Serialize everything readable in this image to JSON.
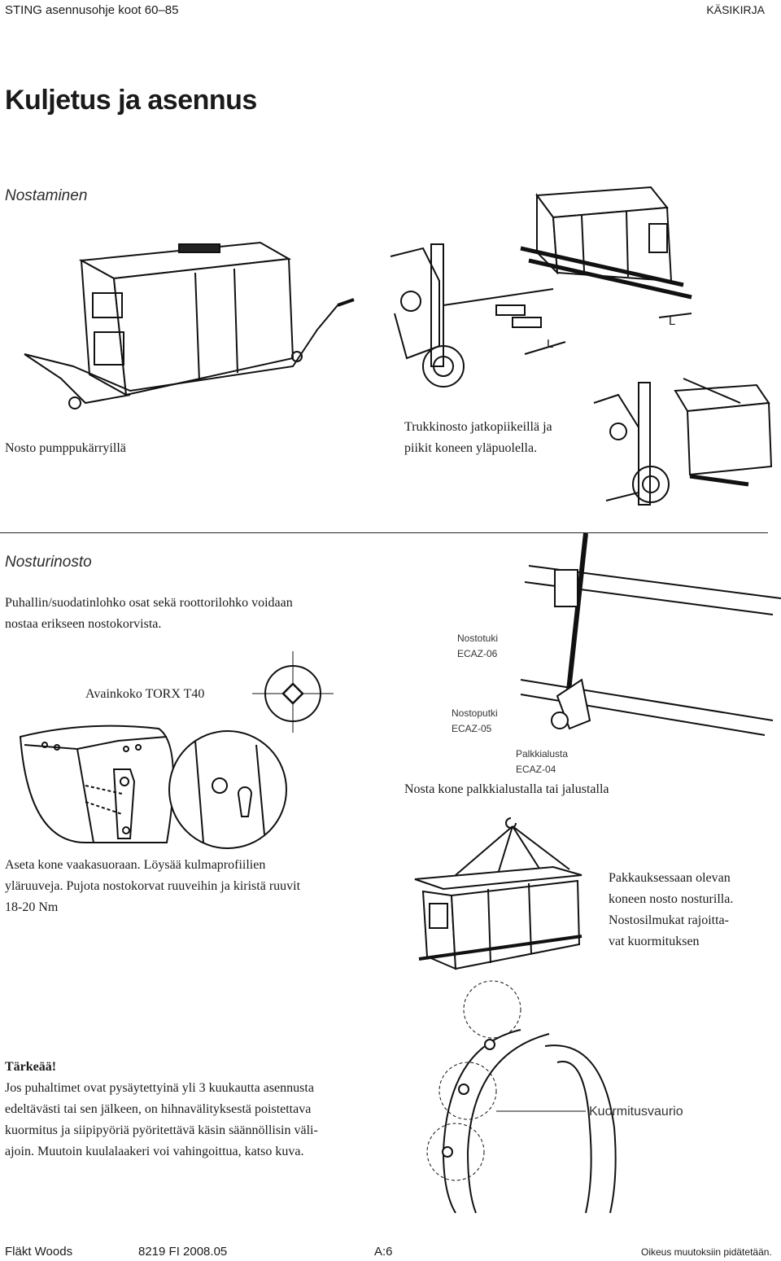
{
  "header": {
    "doc_title": "STING asennusohje koot 60–85",
    "tag": "KÄSIKIRJA"
  },
  "page_title": "Kuljetus ja asennus",
  "section_lifting": {
    "heading": "Nostaminen",
    "pallet_jack_caption": "Nosto pumppukärryillä",
    "forklift_caption_line1": "Trukkinosto jatkopiikeillä ja",
    "forklift_caption_line2": "piikit koneen yläpuolella.",
    "fork_length_label": "L"
  },
  "section_crane": {
    "heading": "Nosturinosto",
    "intro_line1": "Puhallin/suodatinlohko osat sekä roottorilohko voidaan",
    "intro_line2": "nostaa erikseen nostokorvista.",
    "key_size_label": "Avainkoko TORX T40",
    "support_label": "Nostotuki",
    "support_code": "ECAZ-06",
    "tube_label": "Nostoputki",
    "tube_code": "ECAZ-05",
    "base_label": "Palkkialusta",
    "base_code": "ECAZ-04",
    "base_caption": "Nosta kone palkkialustalla tai jalustalla",
    "level_line1": "Aseta kone vaakasuoraan. Löysää kulmaprofiilien",
    "level_line2": "yläruuveja. Pujota nostokorvat ruuveihin ja kiristä ruuvit",
    "level_line3": "18-20 Nm",
    "package_line1": "Pakkauksessaan olevan",
    "package_line2": "koneen nosto nosturilla.",
    "package_line3": "Nostosilmukat rajoitta-",
    "package_line4": "vat kuormituksen"
  },
  "notice": {
    "title": "Tärkeää!",
    "line1": "Jos puhaltimet ovat pysäytettyinä yli 3 kuukautta asennusta",
    "line2": "edeltävästi tai sen jälkeen, on hihnavälityksestä poistettava",
    "line3": "kuormitus ja siipipyöriä pyöritettävä käsin säännöllisin väli-",
    "line4": "ajoin. Muutoin kuulalaakeri voi vahingoittua, katso kuva.",
    "damage_label": "Kuormitusvaurio"
  },
  "footer": {
    "brand": "Fläkt Woods",
    "doc_code": "8219 FI 2008.05",
    "page_number": "A:6",
    "rights": "Oikeus muutoksiin pidätetään."
  }
}
